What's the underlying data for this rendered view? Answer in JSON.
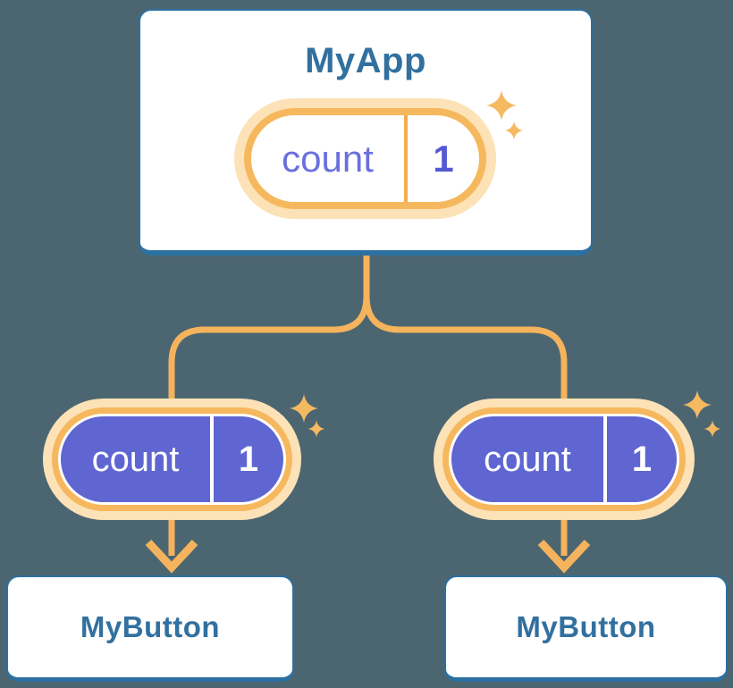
{
  "colors": {
    "background": "#4C6671",
    "card_bg": "#FFFFFF",
    "card_border": "#2C70A1",
    "heading_text": "#31709F",
    "connector": "#F4B35C",
    "pill_ring": "#F6B85E",
    "pill_glow": "#FCE2B6",
    "pill_fill_purple": "#5F66D2",
    "pill_text_purple": "#6A6FDF",
    "pill_value_purple": "#5459D2",
    "pill_text_white": "#FFFFFF",
    "divider_orange": "#F2AD52",
    "sparkle": "#F5BA61"
  },
  "icons": {
    "sparkles": "sparkle-icon",
    "arrow": "arrow-down-icon"
  },
  "root": {
    "title": "MyApp",
    "state": {
      "name": "count",
      "value": "1"
    }
  },
  "children": [
    {
      "title": "MyButton",
      "state": {
        "name": "count",
        "value": "1"
      }
    },
    {
      "title": "MyButton",
      "state": {
        "name": "count",
        "value": "1"
      }
    }
  ]
}
